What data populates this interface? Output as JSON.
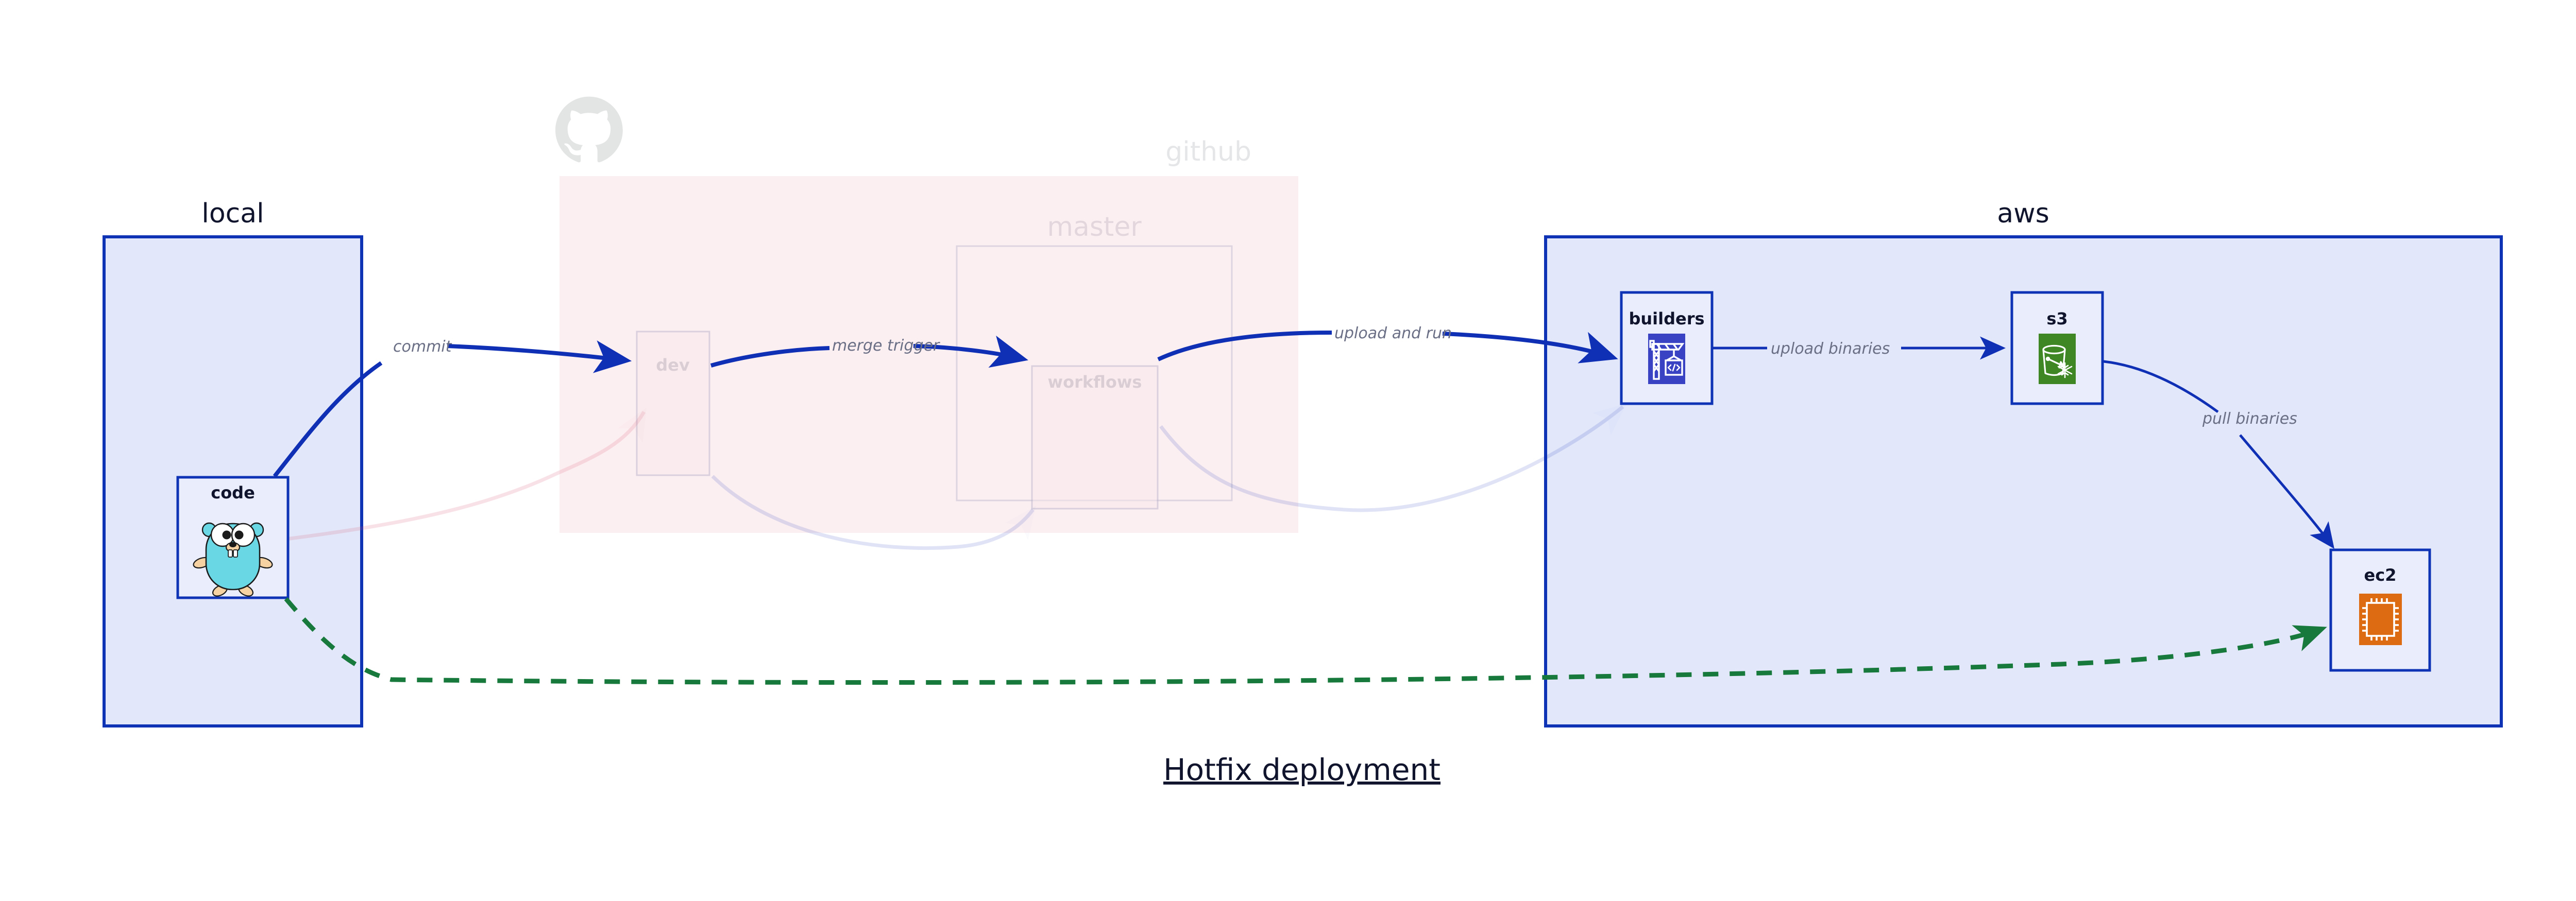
{
  "title": "Hotfix deployment",
  "colors": {
    "accent_blue": "#0f33b5",
    "zone_blue_fill": "#e2e7fa",
    "zone_pink_fill": "#fae2e7",
    "edge_blue": "#0f2fb5",
    "edge_green": "#18793c",
    "label_gray": "#6a6f85",
    "codebuild_blue": "#3a42c4",
    "s3_green": "#3f8624",
    "ec2_orange": "#dd6b11",
    "gopher_cyan": "#6ad7e5",
    "github_gray": "#e2e2e2"
  },
  "zones": [
    {
      "id": "local",
      "label": "local",
      "faded": false
    },
    {
      "id": "github",
      "label": "github",
      "faded": true
    },
    {
      "id": "aws",
      "label": "aws",
      "faded": false
    }
  ],
  "subzones": [
    {
      "id": "master",
      "label": "master",
      "faded": true
    }
  ],
  "nodes": [
    {
      "id": "code",
      "label": "code",
      "icon": "go-gopher-icon",
      "zone": "local",
      "faded": false
    },
    {
      "id": "dev",
      "label": "dev",
      "icon": "none",
      "zone": "github",
      "faded": true
    },
    {
      "id": "workflows",
      "label": "workflows",
      "icon": "none",
      "zone": "master",
      "faded": true
    },
    {
      "id": "builders",
      "label": "builders",
      "icon": "aws-codebuild-icon",
      "zone": "aws",
      "faded": false
    },
    {
      "id": "s3",
      "label": "s3",
      "icon": "aws-s3-glacier-icon",
      "zone": "aws",
      "faded": false
    },
    {
      "id": "ec2",
      "label": "ec2",
      "icon": "aws-ec2-icon",
      "zone": "aws",
      "faded": false
    }
  ],
  "edges": [
    {
      "id": "commit",
      "label": "commit",
      "from": "code",
      "to": "dev",
      "style": "solid",
      "emphasis": "strong"
    },
    {
      "id": "merge-trigger",
      "label": "merge trigger",
      "from": "dev",
      "to": "workflows",
      "style": "solid",
      "emphasis": "strong"
    },
    {
      "id": "upload-and-run",
      "label": "upload and run",
      "from": "workflows",
      "to": "builders",
      "style": "solid",
      "emphasis": "strong"
    },
    {
      "id": "upload-binaries",
      "label": "upload binaries",
      "from": "builders",
      "to": "s3",
      "style": "solid",
      "emphasis": "thin"
    },
    {
      "id": "pull-binaries",
      "label": "pull binaries",
      "from": "s3",
      "to": "ec2",
      "style": "solid",
      "emphasis": "thin"
    },
    {
      "id": "hotfix-direct",
      "label": "",
      "from": "code",
      "to": "ec2",
      "style": "dashed",
      "emphasis": "green"
    },
    {
      "id": "faded-code-dev",
      "label": "",
      "from": "code",
      "to": "dev",
      "style": "solid",
      "emphasis": "faint-pink"
    },
    {
      "id": "faded-dev-wf",
      "label": "",
      "from": "dev",
      "to": "workflows",
      "style": "solid",
      "emphasis": "faint-blue"
    },
    {
      "id": "faded-wf-build",
      "label": "",
      "from": "workflows",
      "to": "builders",
      "style": "solid",
      "emphasis": "faint-blue"
    }
  ],
  "logos": [
    {
      "id": "github-logo",
      "name": "github-octocat-icon",
      "faded": true
    }
  ]
}
